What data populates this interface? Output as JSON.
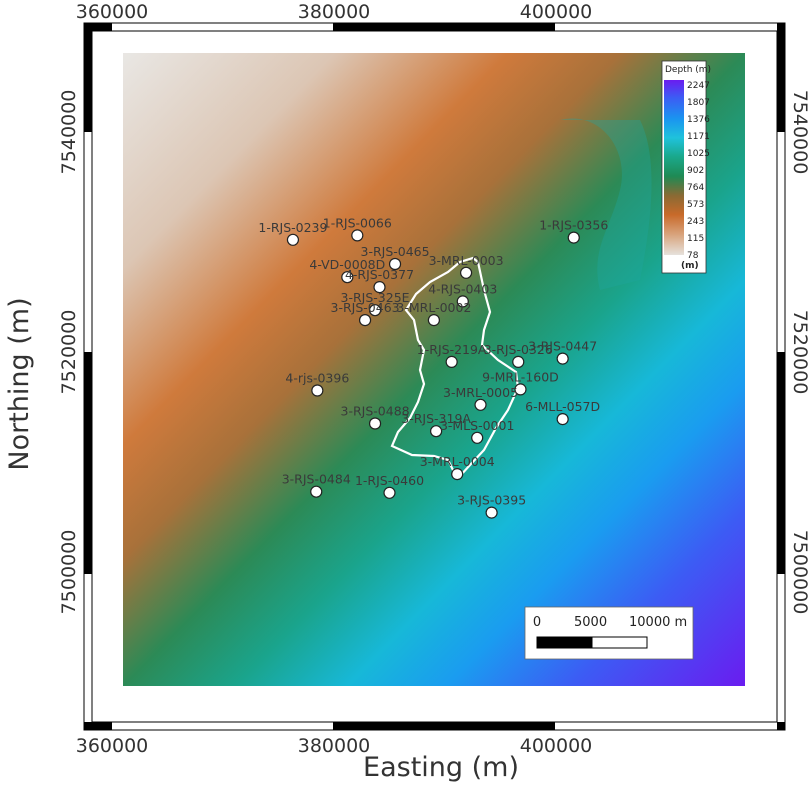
{
  "axes": {
    "x_title": "Easting (m)",
    "y_title": "Northing (m)",
    "x_ticks": [
      "360000",
      "380000",
      "400000"
    ],
    "x_tick_values": [
      360000,
      380000,
      400000
    ],
    "y_ticks": [
      "7540000",
      "7520000",
      "7500000"
    ],
    "y_tick_values": [
      7540000,
      7520000,
      7500000
    ]
  },
  "legend": {
    "title": "Depth (m)",
    "unit": "(m)",
    "labels": [
      "2247",
      "1807",
      "1376",
      "1171",
      "1025",
      "902",
      "764",
      "573",
      "243",
      "115",
      "78"
    ],
    "colors": [
      "#6a1cf0",
      "#3c5cf4",
      "#1a94f0",
      "#1fc2dc",
      "#1aa88a",
      "#1e8a54",
      "#2e7a3c",
      "#8a6a34",
      "#c86a2a",
      "#d8a27a",
      "#e6e2dc"
    ]
  },
  "scalebar": {
    "labels": [
      "0",
      "5000",
      "10000 m"
    ],
    "segments_m": [
      5000,
      5000
    ],
    "fills": [
      "#000000",
      "#ffffff"
    ]
  },
  "wells": [
    {
      "label": "1-RJS-0239",
      "e": 376300,
      "n": 7530200
    },
    {
      "label": "1-RJS-0066",
      "e": 382100,
      "n": 7530600
    },
    {
      "label": "1-RJS-0356",
      "e": 401600,
      "n": 7530400
    },
    {
      "label": "4-VD-0008D",
      "e": 381200,
      "n": 7526800
    },
    {
      "label": "3-RJS-0465",
      "e": 385500,
      "n": 7528000
    },
    {
      "label": "3-MRL-0003",
      "e": 391900,
      "n": 7527200
    },
    {
      "label": "4-RJS-0377",
      "e": 384100,
      "n": 7525900
    },
    {
      "label": "4-RJS-0403",
      "e": 391600,
      "n": 7524600
    },
    {
      "label": "3-RJS-0463",
      "e": 382800,
      "n": 7522900
    },
    {
      "label": "3-RJS-325E",
      "e": 383700,
      "n": 7523800
    },
    {
      "label": "3-MRL-0002",
      "e": 389000,
      "n": 7522900
    },
    {
      "label": "3-RJS-0447",
      "e": 400600,
      "n": 7519400
    },
    {
      "label": "1-RJS-219A",
      "e": 390600,
      "n": 7519100
    },
    {
      "label": "3-RJS-0326",
      "e": 396600,
      "n": 7519100
    },
    {
      "label": "4-rjs-0396",
      "e": 378500,
      "n": 7516500
    },
    {
      "label": "9-MRL-160D",
      "e": 396800,
      "n": 7516600
    },
    {
      "label": "3-MRL-0005",
      "e": 393200,
      "n": 7515200
    },
    {
      "label": "3-RJS-0488",
      "e": 383700,
      "n": 7513500
    },
    {
      "label": "6-MLL-057D",
      "e": 400600,
      "n": 7513900
    },
    {
      "label": "3-RJS-319A",
      "e": 389200,
      "n": 7512800
    },
    {
      "label": "3-MLS-0001",
      "e": 392900,
      "n": 7512200
    },
    {
      "label": "3-MRL-0004",
      "e": 391100,
      "n": 7508900
    },
    {
      "label": "3-RJS-0484",
      "e": 378400,
      "n": 7507300
    },
    {
      "label": "1-RJS-0460",
      "e": 385000,
      "n": 7507200
    },
    {
      "label": "3-RJS-0395",
      "e": 394200,
      "n": 7505400
    }
  ],
  "label_order": [
    "1-RJS-0239",
    "1-RJS-0066",
    "1-RJS-0356",
    "4-VD-0008D",
    "3-RJS-0465",
    "3-MRL-0003",
    "4-RJS-0377",
    "4-RJS-0403",
    "3-RJS-325E",
    "3-RJS-0463",
    "3-MRL-0002",
    "1-RJS-219A",
    "3-RJS-0326",
    "3-RJS-0447",
    "4-rjs-0396",
    "3-MRL-0005",
    "9-MRL-160D",
    "3-RJS-0488",
    "3-RJS-319A",
    "6-MLL-057D",
    "3-MLS-0001",
    "3-MRL-0004",
    "3-RJS-0484",
    "1-RJS-0460",
    "3-RJS-0395"
  ]
}
